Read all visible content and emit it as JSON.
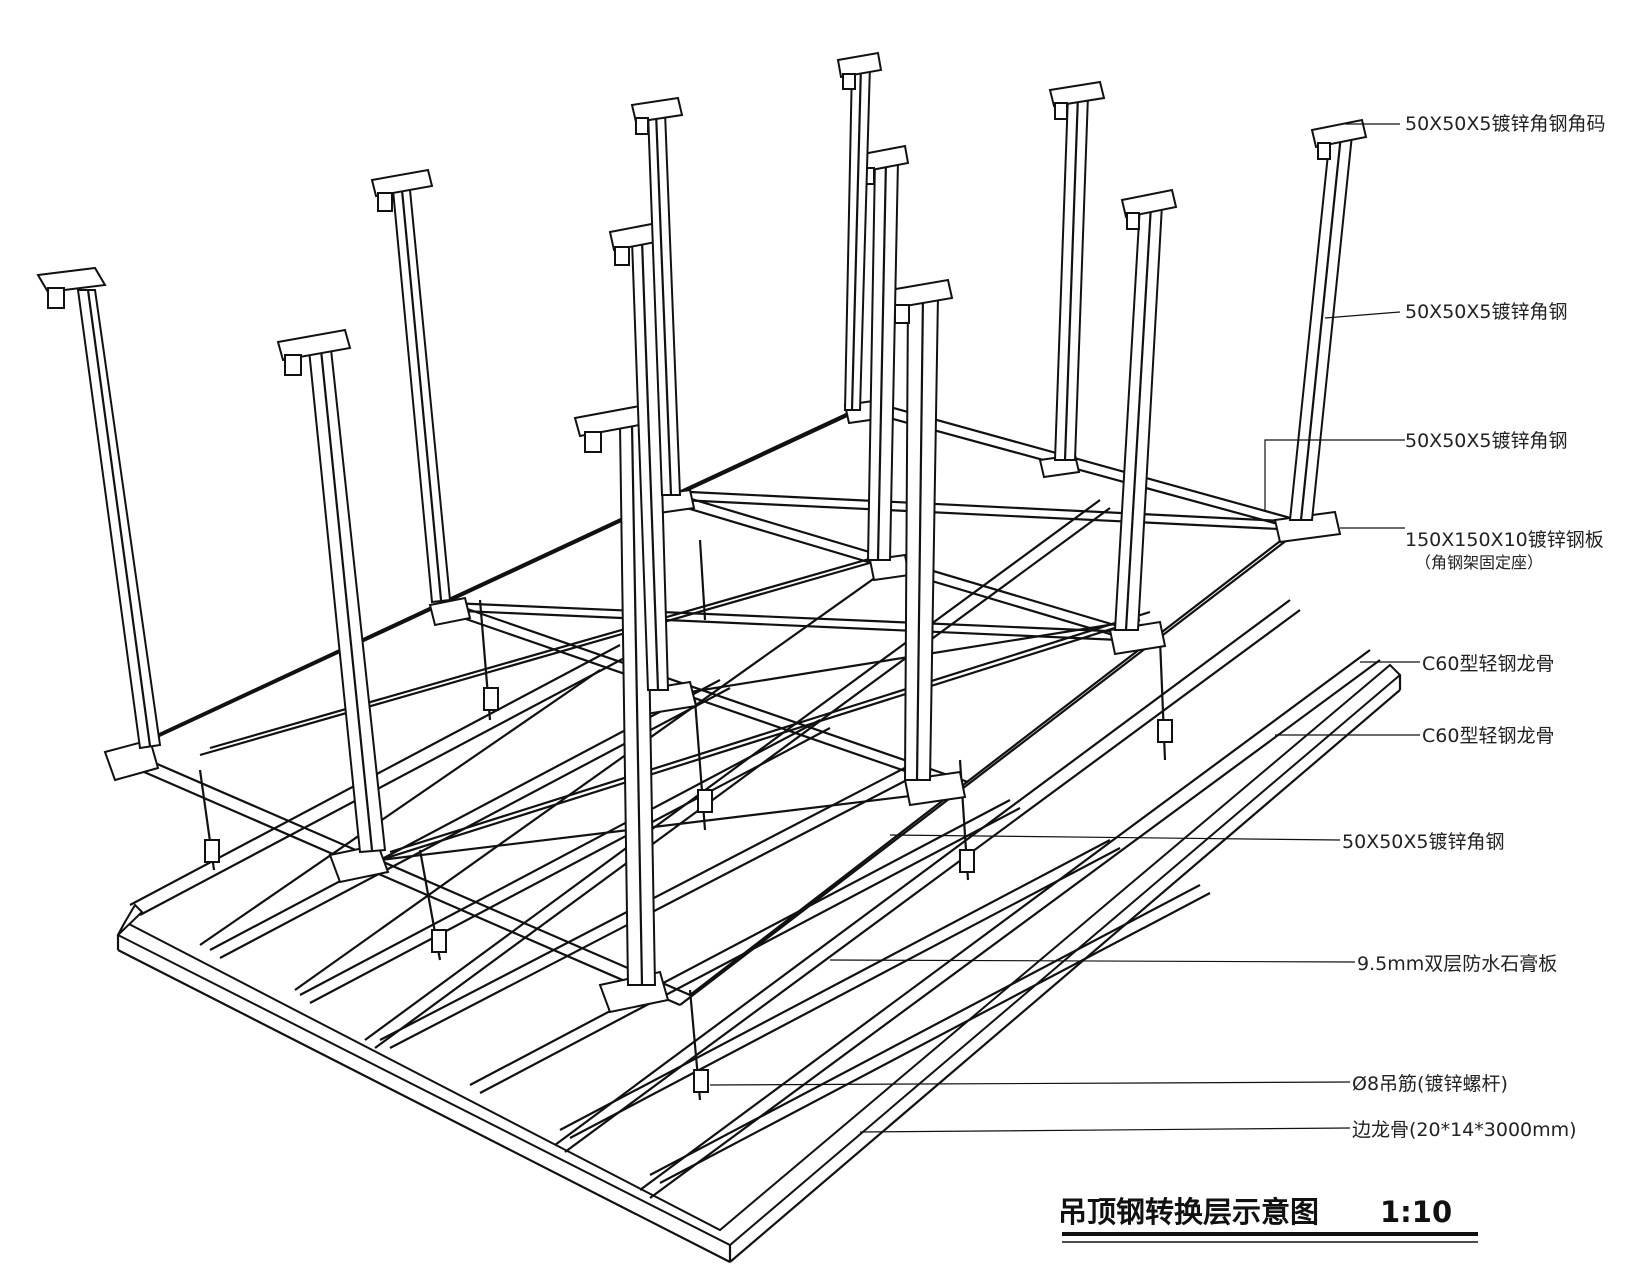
{
  "title": {
    "text": "吊顶钢转换层示意图",
    "scale": "1:10"
  },
  "callouts": [
    {
      "text": "50X50X5镀锌角钢角码"
    },
    {
      "text": "50X50X5镀锌角钢"
    },
    {
      "text": "50X50X5镀锌角钢"
    },
    {
      "text": "150X150X10镀锌钢板"
    },
    {
      "text": "（角钢架固定座）"
    },
    {
      "text": "C60型轻钢龙骨"
    },
    {
      "text": "C60型轻钢龙骨"
    },
    {
      "text": "50X50X5镀锌角钢"
    },
    {
      "text": "9.5mm双层防水石膏板"
    },
    {
      "text": "Ø8吊筋(镀锌螺杆)"
    },
    {
      "text": "边龙骨(20*14*3000mm)"
    }
  ]
}
